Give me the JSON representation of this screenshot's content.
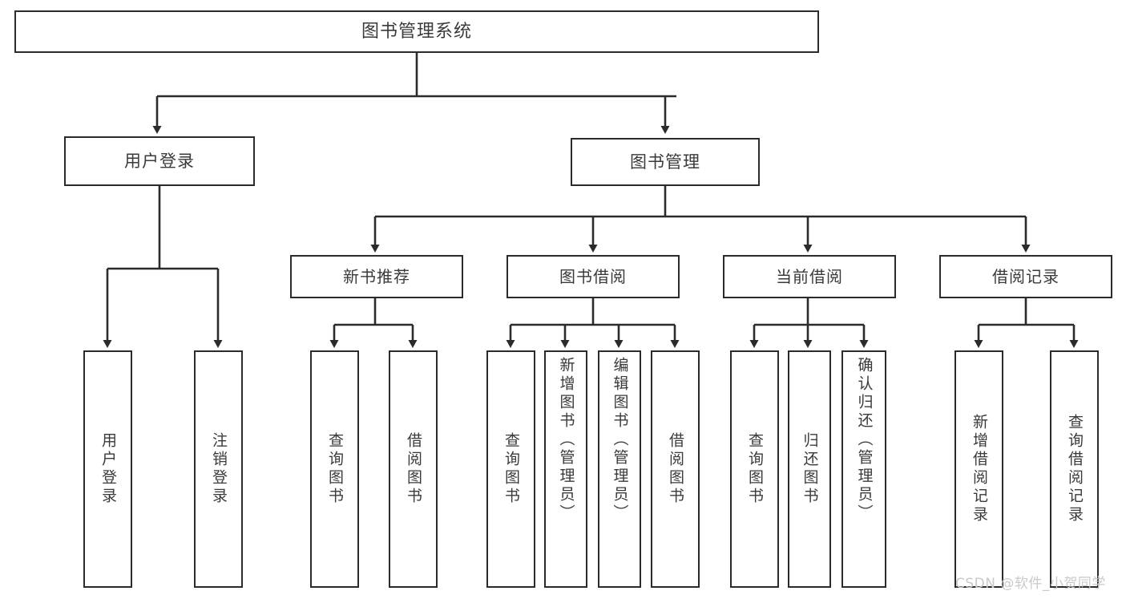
{
  "diagram": {
    "type": "tree-hierarchy",
    "title": "图书管理系统",
    "root": {
      "label": "图书管理系统"
    },
    "level2": [
      {
        "label": "用户登录"
      },
      {
        "label": "图书管理"
      }
    ],
    "level3": [
      {
        "label": "新书推荐"
      },
      {
        "label": "图书借阅"
      },
      {
        "label": "当前借阅"
      },
      {
        "label": "借阅记录"
      }
    ],
    "leaves": {
      "user_login": [
        {
          "label": "用户登录"
        },
        {
          "label": "注销登录"
        }
      ],
      "new_book_recommend": [
        {
          "label": "查询图书"
        },
        {
          "label": "借阅图书"
        }
      ],
      "book_borrow": [
        {
          "label": "查询图书"
        },
        {
          "label": "新增图书（管理员）"
        },
        {
          "label": "编辑图书（管理员）"
        },
        {
          "label": "借阅图书"
        }
      ],
      "current_borrow": [
        {
          "label": "查询图书"
        },
        {
          "label": "归还图书"
        },
        {
          "label": "确认归还（管理员）"
        }
      ],
      "borrow_record": [
        {
          "label": "新增借阅记录"
        },
        {
          "label": "查询借阅记录"
        }
      ]
    }
  },
  "watermark": {
    "text": "CSDN @软件_小贺同学"
  },
  "colors": {
    "box_border": "#2b2b2b",
    "box_fill": "#ffffff",
    "text": "#3a3a3a",
    "edge": "#2b2b2b",
    "watermark": "#c9c9c9"
  }
}
